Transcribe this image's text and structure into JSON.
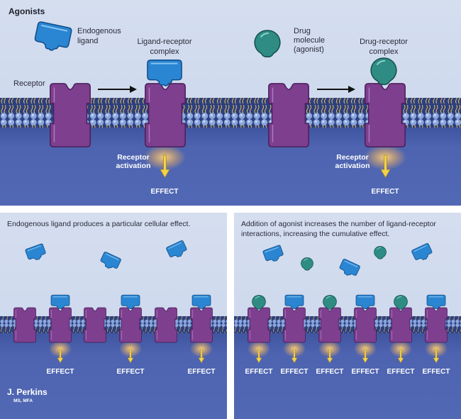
{
  "title": "Agonists",
  "top": {
    "endogenous_ligand": [
      "Endogenous",
      "ligand"
    ],
    "receptor": "Receptor",
    "ligand_receptor_complex": [
      "Ligand-receptor",
      "complex"
    ],
    "receptor_activation": [
      "Receptor",
      "activation"
    ],
    "effect": "EFFECT",
    "drug_molecule": [
      "Drug",
      "molecule",
      "(agonist)"
    ],
    "drug_receptor_complex": [
      "Drug-receptor",
      "complex"
    ]
  },
  "bottom_left": {
    "caption": "Endogenous ligand produces a particular cellular effect.",
    "effect": "EFFECT"
  },
  "bottom_right": {
    "caption": [
      "Addition of agonist increases the number of ligand-receptor",
      "interactions, increasing the cumulative effect."
    ],
    "effect": "EFFECT"
  },
  "signature": {
    "name": "J. Perkins",
    "credentials": "MS, MFA"
  },
  "colors": {
    "background_extracellular": "#d4deef",
    "background_intracellular": "#5066b0",
    "receptor": "#7e3f8f",
    "ligand": "#2a86d2",
    "drug": "#2e8c84",
    "effect_arrow": "#f2d24a"
  }
}
